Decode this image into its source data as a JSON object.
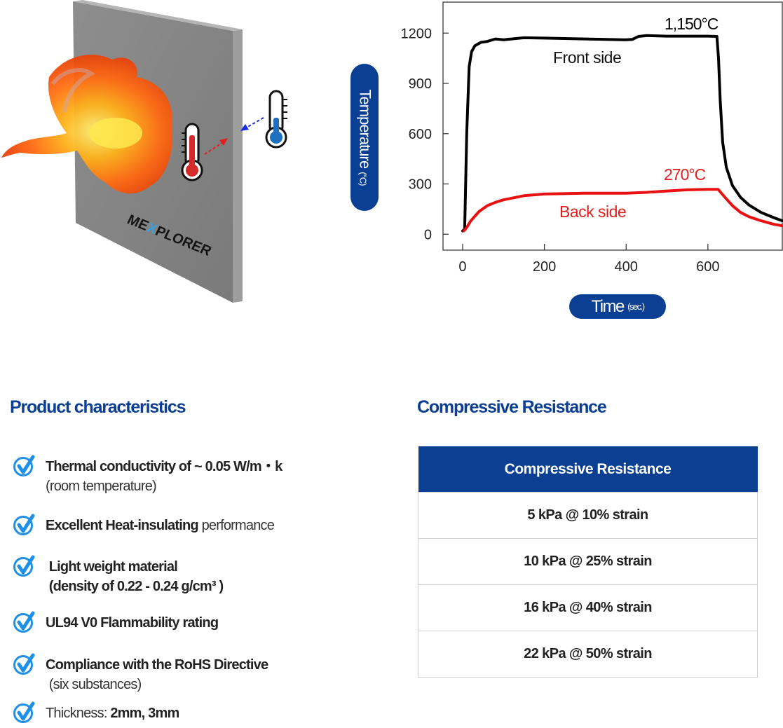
{
  "illustration": {
    "logo_text_left": "ME",
    "logo_text_x": "X",
    "logo_text_right": "PLORER",
    "logo_mark": "®",
    "hot_thermometer_color": "#d42a2a",
    "cold_thermometer_color": "#1e6fc0",
    "hot_arrow_color": "#e02020",
    "cold_arrow_color": "#1a2be0"
  },
  "chart_data": {
    "type": "line",
    "title": "",
    "xlabel": "Time",
    "xlabel_unit": "(sec.)",
    "ylabel": "Temperature",
    "ylabel_unit": "(°C)",
    "xlim": [
      -48,
      782
    ],
    "ylim": [
      -95,
      1385
    ],
    "x_ticks": [
      0,
      200,
      400,
      600
    ],
    "y_ticks": [
      0,
      300,
      600,
      900,
      1200
    ],
    "x_tick_labels": [
      "0",
      "200",
      "400",
      "600"
    ],
    "y_tick_labels": [
      "0",
      "300",
      "600",
      "900",
      "1200"
    ],
    "grid": false,
    "series": [
      {
        "name": "Front side",
        "color": "#000000",
        "points": [
          [
            0,
            20
          ],
          [
            5,
            30
          ],
          [
            10,
            600
          ],
          [
            16,
            1000
          ],
          [
            22,
            1090
          ],
          [
            30,
            1125
          ],
          [
            45,
            1145
          ],
          [
            60,
            1150
          ],
          [
            80,
            1165
          ],
          [
            100,
            1160
          ],
          [
            150,
            1172
          ],
          [
            200,
            1170
          ],
          [
            300,
            1165
          ],
          [
            400,
            1160
          ],
          [
            415,
            1162
          ],
          [
            430,
            1180
          ],
          [
            450,
            1185
          ],
          [
            500,
            1182
          ],
          [
            550,
            1182
          ],
          [
            600,
            1182
          ],
          [
            622,
            1180
          ],
          [
            626,
            1050
          ],
          [
            630,
            800
          ],
          [
            636,
            550
          ],
          [
            645,
            400
          ],
          [
            660,
            290
          ],
          [
            680,
            220
          ],
          [
            700,
            175
          ],
          [
            730,
            130
          ],
          [
            760,
            100
          ],
          [
            782,
            80
          ]
        ]
      },
      {
        "name": "Back side",
        "color": "#e81010",
        "points": [
          [
            3,
            20
          ],
          [
            10,
            40
          ],
          [
            20,
            80
          ],
          [
            40,
            135
          ],
          [
            60,
            170
          ],
          [
            80,
            190
          ],
          [
            100,
            205
          ],
          [
            150,
            230
          ],
          [
            200,
            240
          ],
          [
            300,
            245
          ],
          [
            400,
            245
          ],
          [
            450,
            250
          ],
          [
            500,
            258
          ],
          [
            550,
            265
          ],
          [
            600,
            268
          ],
          [
            625,
            268
          ],
          [
            640,
            225
          ],
          [
            660,
            170
          ],
          [
            680,
            130
          ],
          [
            700,
            105
          ],
          [
            730,
            80
          ],
          [
            760,
            60
          ],
          [
            782,
            50
          ]
        ]
      }
    ],
    "annotations": [
      {
        "text": "1,150°C",
        "color": "#000000"
      },
      {
        "text": "Front side",
        "color": "#000000"
      },
      {
        "text": "270°C",
        "color": "#e41e1e"
      },
      {
        "text": "Back side",
        "color": "#e41e1e"
      }
    ]
  },
  "product_characteristics": {
    "title": "Product characteristics",
    "items": [
      {
        "bold": "Thermal conductivity of ~ 0.05 W/m・k",
        "light": "",
        "line2": "(room temperature)",
        "line2_bold": false
      },
      {
        "bold": "Excellent Heat-insulating",
        "light": " performance",
        "line2": "",
        "line2_bold": false
      },
      {
        "bold": " Light weight material",
        "light": "",
        "line2": " (density of 0.22 - 0.24 g/cm³ )",
        "line2_bold": true
      },
      {
        "bold": "UL94 V0 Flammability rating",
        "light": "",
        "line2": "",
        "line2_bold": false
      },
      {
        "bold": "Compliance with the RoHS Directive",
        "light": "",
        "line2": " (six substances)",
        "line2_bold": false
      },
      {
        "light_prefix": "Thickness: ",
        "bold": "2mm, 3mm",
        "light": "",
        "line2": "",
        "line2_bold": false
      }
    ],
    "check_color": "#1e90e8"
  },
  "compressive_resistance": {
    "title": "Compressive Resistance",
    "table_header": "Compressive Resistance",
    "rows": [
      "5 kPa @ 10% strain",
      "10 kPa @ 25% strain",
      "16 kPa @ 40% strain",
      "22 kPa @ 50% strain"
    ],
    "header_color": "#0a3f94"
  }
}
